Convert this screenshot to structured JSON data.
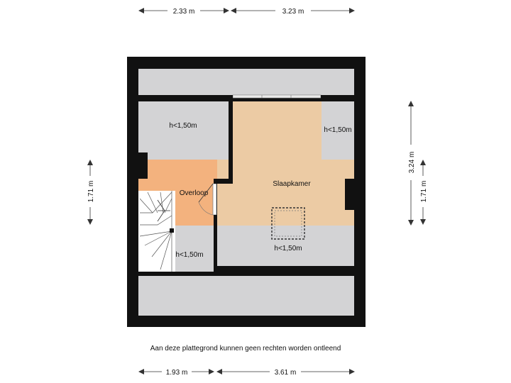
{
  "colors": {
    "wall": "#111111",
    "low_ceiling_area": "#d3d3d5",
    "bedroom": "#eccba4",
    "landing": "#f3b27e",
    "stairs": "#ffffff",
    "dimension_line": "#333333"
  },
  "dimensions": {
    "top": [
      "2.33 m",
      "3.23 m"
    ],
    "bottom": [
      "1.93 m",
      "3.61 m"
    ],
    "left": [
      "1.71 m"
    ],
    "right_outer": [
      "3.24 m"
    ],
    "right_inner": [
      "1.71 m"
    ]
  },
  "rooms": {
    "bedroom": "Slaapkamer",
    "landing": "Overloop",
    "low_height_labels": [
      "h<1,50m",
      "h<1,50m",
      "h<1,50m",
      "h<1,50m"
    ]
  },
  "disclaimer": "Aan deze plattegrond kunnen geen rechten worden ontleend",
  "icons": [
    "arrow-icon",
    "door-swing-icon",
    "stairs-icon",
    "skylight-icon",
    "window-icon"
  ]
}
